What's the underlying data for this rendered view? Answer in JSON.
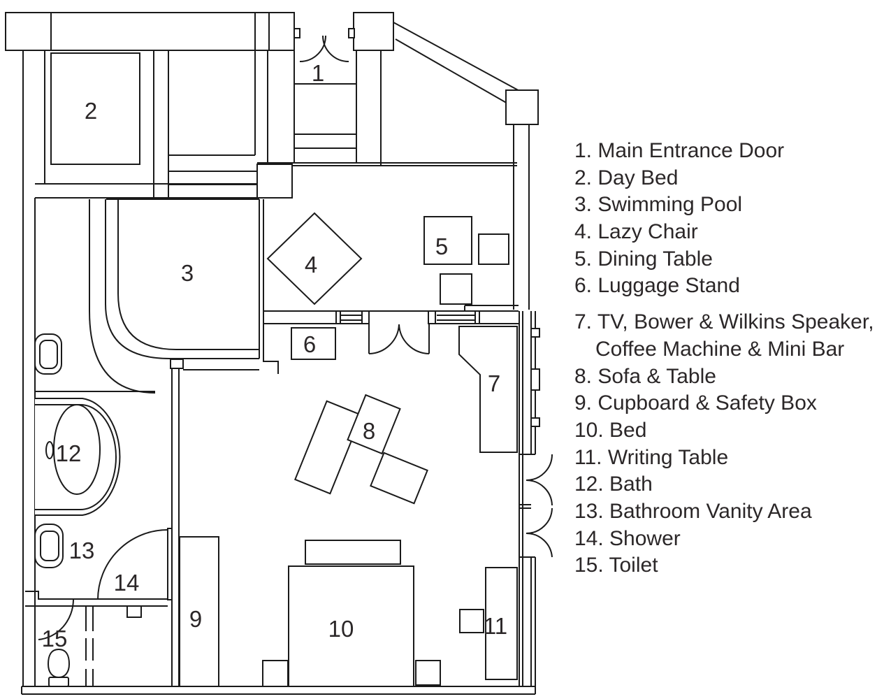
{
  "legend": {
    "items": [
      {
        "text": "1. Main Entrance Door"
      },
      {
        "text": "2. Day Bed"
      },
      {
        "text": "3. Swimming Pool"
      },
      {
        "text": "4. Lazy Chair"
      },
      {
        "text": "5. Dining Table"
      },
      {
        "text": "6. Luggage Stand"
      },
      {
        "text": "7. TV, Bower & Wilkins Speaker,"
      },
      {
        "text": "Coffee Machine & Mini Bar"
      },
      {
        "text": "8. Sofa & Table"
      },
      {
        "text": "9. Cupboard & Safety Box"
      },
      {
        "text": "10. Bed"
      },
      {
        "text": "11. Writing Table"
      },
      {
        "text": "12. Bath"
      },
      {
        "text": "13. Bathroom Vanity Area"
      },
      {
        "text": "14. Shower"
      },
      {
        "text": "15. Toilet"
      }
    ]
  },
  "plan": {
    "labels": [
      {
        "number": "1",
        "room": "Main Entrance Door"
      },
      {
        "number": "2",
        "room": "Day Bed"
      },
      {
        "number": "3",
        "room": "Swimming Pool"
      },
      {
        "number": "4",
        "room": "Lazy Chair"
      },
      {
        "number": "5",
        "room": "Dining Table"
      },
      {
        "number": "6",
        "room": "Luggage Stand"
      },
      {
        "number": "7",
        "room": "TV, Bower & Wilkins Speaker, Coffee Machine & Mini Bar"
      },
      {
        "number": "8",
        "room": "Sofa & Table"
      },
      {
        "number": "9",
        "room": "Cupboard & Safety Box"
      },
      {
        "number": "10",
        "room": "Bed"
      },
      {
        "number": "11",
        "room": "Writing Table"
      },
      {
        "number": "12",
        "room": "Bath"
      },
      {
        "number": "13",
        "room": "Bathroom Vanity Area"
      },
      {
        "number": "14",
        "room": "Shower"
      },
      {
        "number": "15",
        "room": "Toilet"
      }
    ]
  },
  "colors": {
    "line": "#1a1a1a",
    "text": "#2b2728",
    "background": "#ffffff"
  }
}
